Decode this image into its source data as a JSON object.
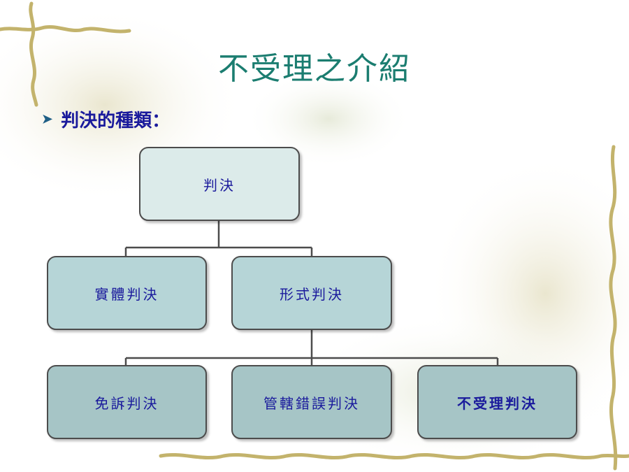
{
  "slide": {
    "title": "不受理之介紹",
    "subheading": "判決的種類："
  },
  "org_chart": {
    "root": "判決",
    "level2": [
      "實體判決",
      "形式判決"
    ],
    "level3": [
      "免訴判決",
      "管轄錯誤判決",
      "不受理判決"
    ]
  },
  "colors": {
    "title": "#1b7d70",
    "text": "#1a1a9c",
    "box_border": "#4c4c4c",
    "root_fill": "#dcebea",
    "level2_fill": "#b6d5d7",
    "level3_fill": "#a6c5c6"
  }
}
